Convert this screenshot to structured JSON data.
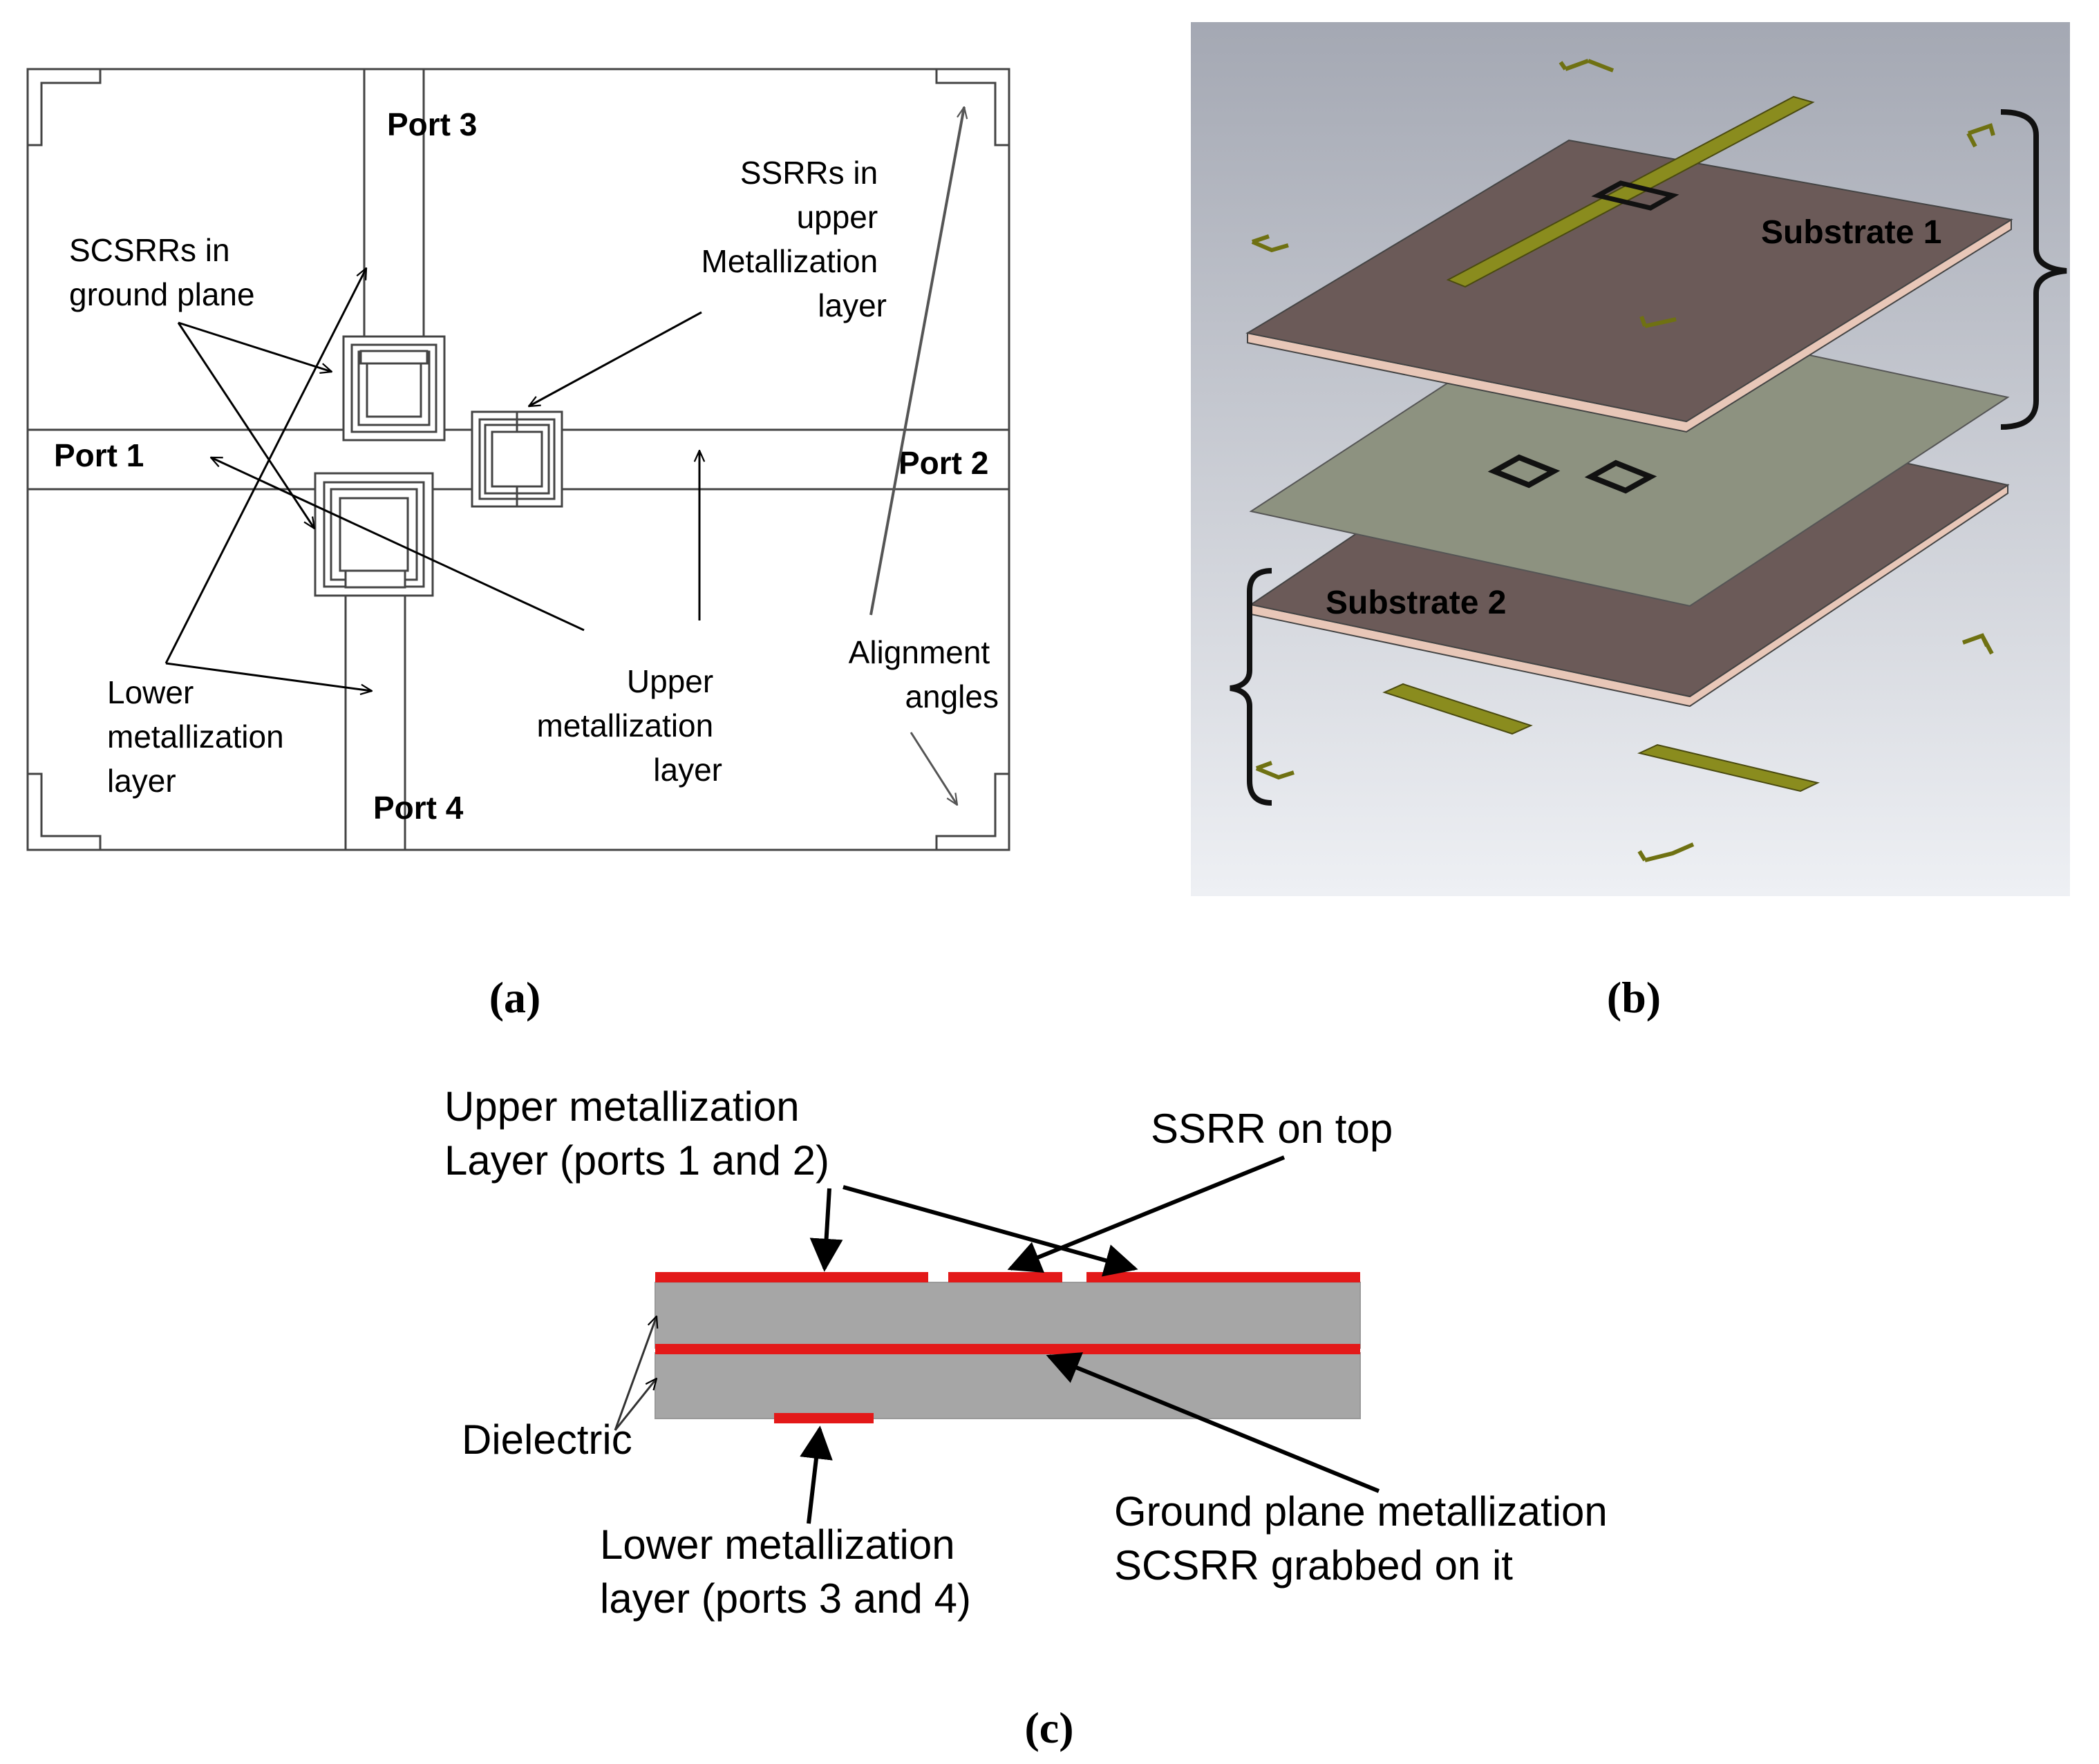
{
  "panel_a": {
    "ports": {
      "port1": "Port 1",
      "port2": "Port 2",
      "port3": "Port 3",
      "port4": "Port 4"
    },
    "labels": {
      "scsrrs_line1": "SCSRRs in",
      "scsrrs_line2": "ground plane",
      "ssrrs_line1": "SSRRs in",
      "ssrrs_line2": "upper",
      "ssrrs_line3": "Metallization",
      "ssrrs_line4": "layer",
      "lower_line1": "Lower",
      "lower_line2": "metallization",
      "lower_line3": "layer",
      "upper_line1": "Upper",
      "upper_line2": "metallization",
      "upper_line3": "layer",
      "align_line1": "Alignment",
      "align_line2": "angles"
    },
    "caption": "(a)"
  },
  "panel_b": {
    "substrate1": "Substrate 1",
    "substrate2": "Substrate 2",
    "caption": "(b)",
    "colors": {
      "background_top": "#a4a8b3",
      "background_bottom": "#eef0f4",
      "substrate_top": "#6b5a58",
      "substrate_edge": "#e8c7b8",
      "ground_plane": "#8d9280",
      "metal_strip": "#8a8c1e"
    }
  },
  "panel_c": {
    "upper_line1": "Upper metallization",
    "upper_line2": "Layer (ports 1 and 2)",
    "ssrr_top": "SSRR on top",
    "dielectric": "Dielectric",
    "lower_line1": "Lower metallization",
    "lower_line2": "layer  (ports 3 and 4)",
    "ground_line1": "Ground plane metallization",
    "ground_line2": "SCSRR grabbed on it",
    "caption": "(c)",
    "colors": {
      "dielectric": "#a6a6a6",
      "metal": "#e31919"
    }
  }
}
